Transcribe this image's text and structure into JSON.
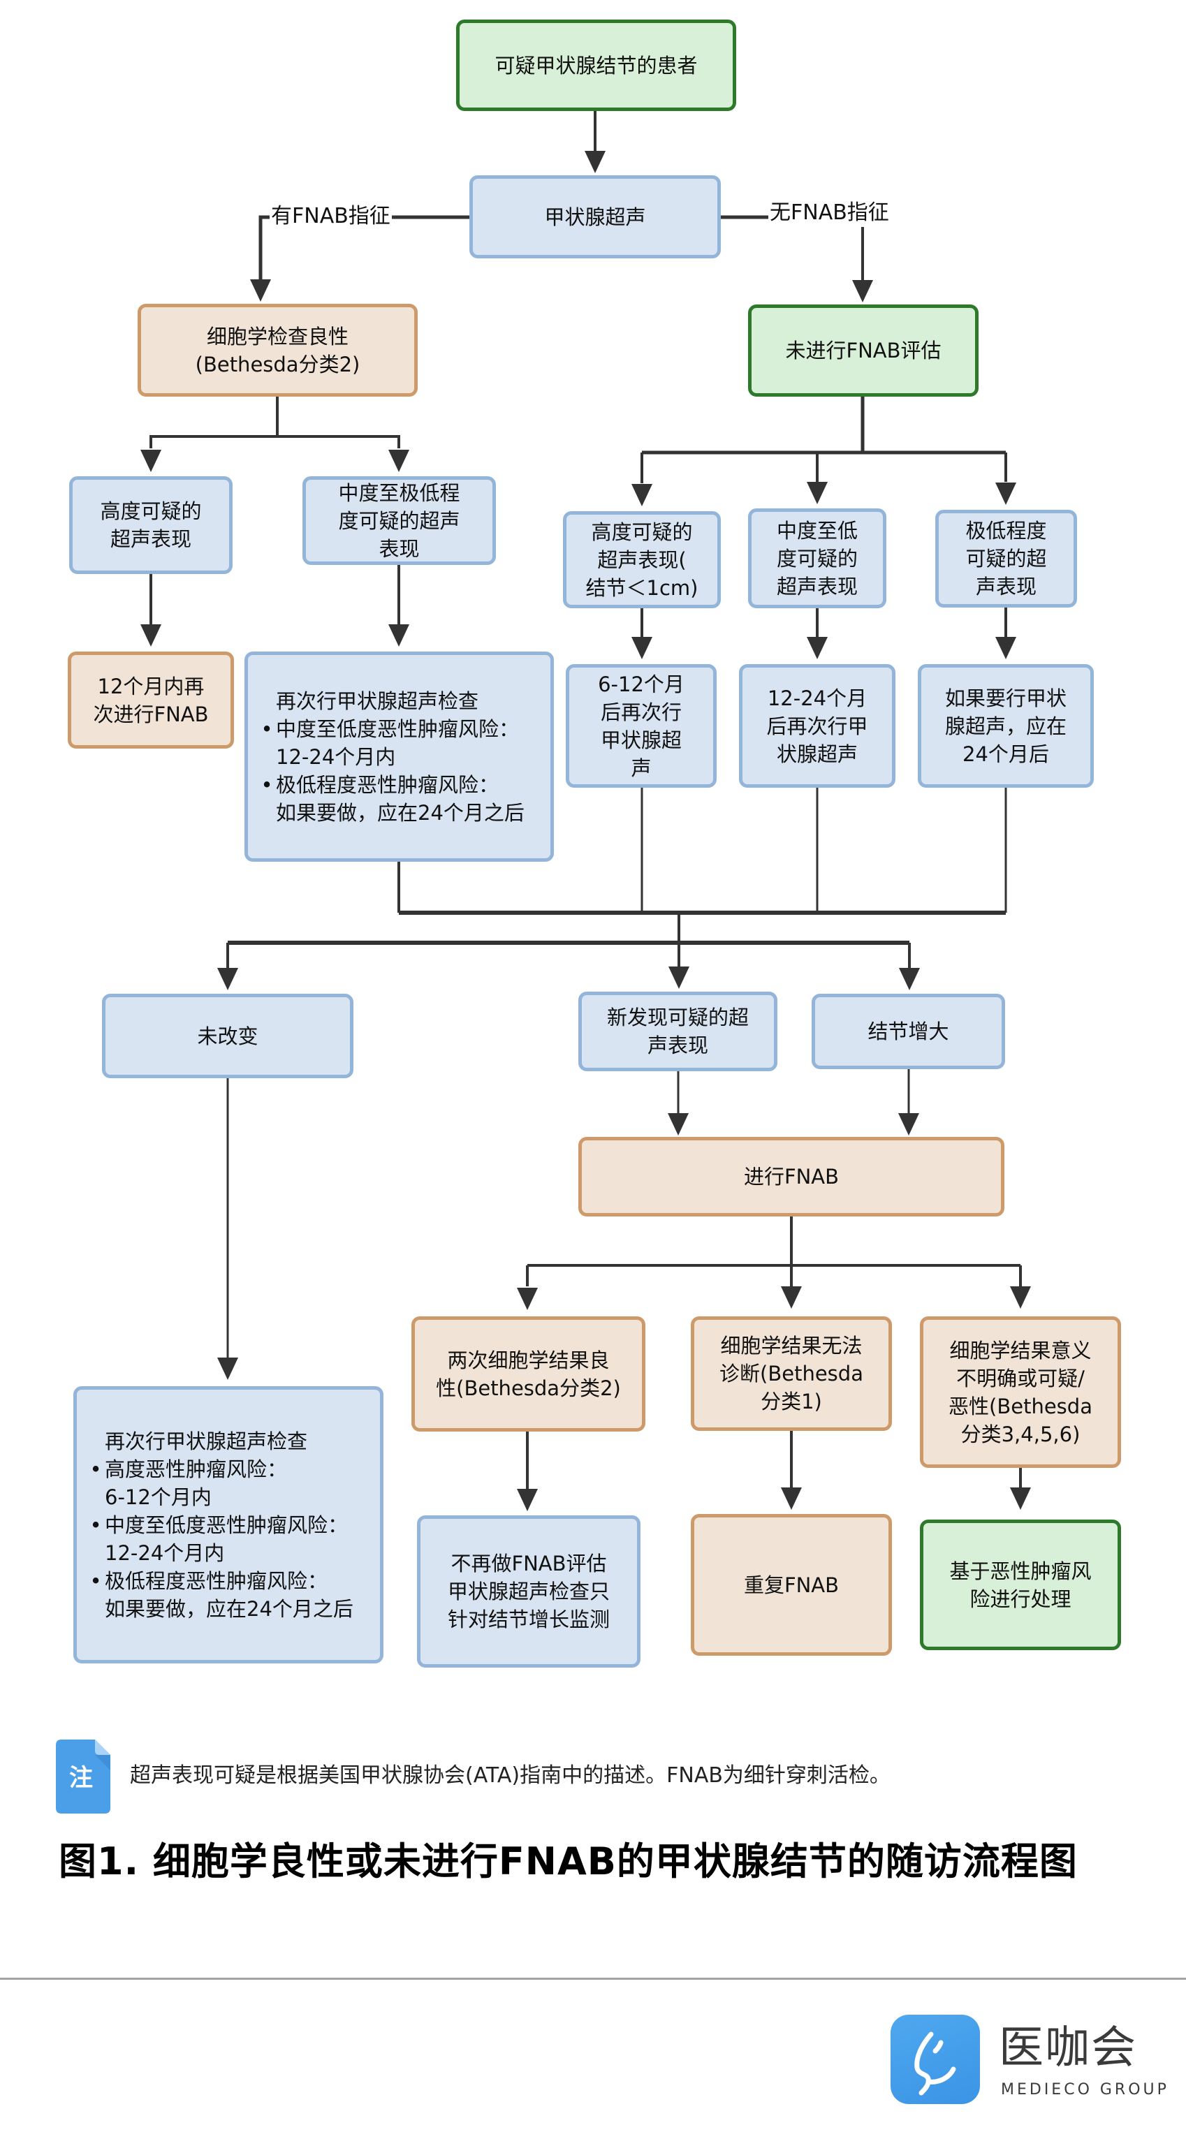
{
  "nodes": {
    "start": "可疑甲状腺结节的患者",
    "ultrasound": "甲状腺超声",
    "cyto_benign": "细胞学检查良性\n(Bethesda分类2)",
    "no_fnab_eval": "未进行FNAB评估",
    "left_high": "高度可疑的\n超声表现",
    "left_mid_low": "中度至极低程\n度可疑的超声\n表现",
    "left_high_action": "12个月内再\n次进行FNAB",
    "left_mid_low_action": {
      "heading": "再次行甲状腺超声检查",
      "bullets": [
        "中度至低度恶性肿瘤风险：\n12-24个月内",
        "极低程度恶性肿瘤风险：\n如果要做，应在24个月之后"
      ]
    },
    "right_high": "高度可疑的\n超声表现(\n结节＜1cm)",
    "right_mid_low": "中度至低\n度可疑的\n超声表现",
    "right_very_low": "极低程度\n可疑的超\n声表现",
    "right_high_action": "6-12个月\n后再次行\n甲状腺超\n声",
    "right_mid_low_action": "12-24个月\n后再次行甲\n状腺超声",
    "right_very_low_action": "如果要行甲状\n腺超声，应在\n24个月后",
    "unchanged": "未改变",
    "new_suspicious": "新发现可疑的超\n声表现",
    "nodule_growth": "结节增大",
    "perform_fnab": "进行FNAB",
    "unchanged_action": {
      "heading": "再次行甲状腺超声检查",
      "bullets": [
        "高度恶性肿瘤风险：\n6-12个月内",
        "中度至低度恶性肿瘤风险：\n12-24个月内",
        "极低程度恶性肿瘤风险：\n如果要做，应在24个月之后"
      ]
    },
    "two_benign": "两次细胞学结果良\n性(Bethesda分类2)",
    "nondiagnostic": "细胞学结果无法\n诊断(Bethesda\n分类1)",
    "indeterminate": "细胞学结果意义\n不明确或可疑/\n恶性(Bethesda\n分类3,4,5,6)",
    "two_benign_action": "不再做FNAB评估\n甲状腺超声检查只\n针对结节增长监测",
    "repeat_fnab": "重复FNAB",
    "risk_based": "基于恶性肿瘤风\n险进行处理"
  },
  "edge_labels": {
    "fnab_indicated": "有FNAB指征",
    "fnab_not_indicated": "无FNAB指征"
  },
  "bullet_char": "•",
  "note": {
    "icon_label": "注",
    "text": "超声表现可疑是根据美国甲状腺协会(ATA)指南中的描述。FNAB为细针穿刺活检。"
  },
  "figure_title": "图1. 细胞学良性或未进行FNAB的甲状腺结节的随访流程图",
  "logo": {
    "name_cn": "医咖会",
    "name_en": "MEDIECO GROUP"
  },
  "colors": {
    "green_fill": "#d9f0d8",
    "green_border": "#2d7a2b",
    "blue_fill": "#d9e4f2",
    "blue_border": "#93b5d9",
    "orange_fill": "#f1e4d6",
    "orange_border": "#cf9a6a",
    "connector": "#333333",
    "logo_blue": "#4aa0ea"
  }
}
